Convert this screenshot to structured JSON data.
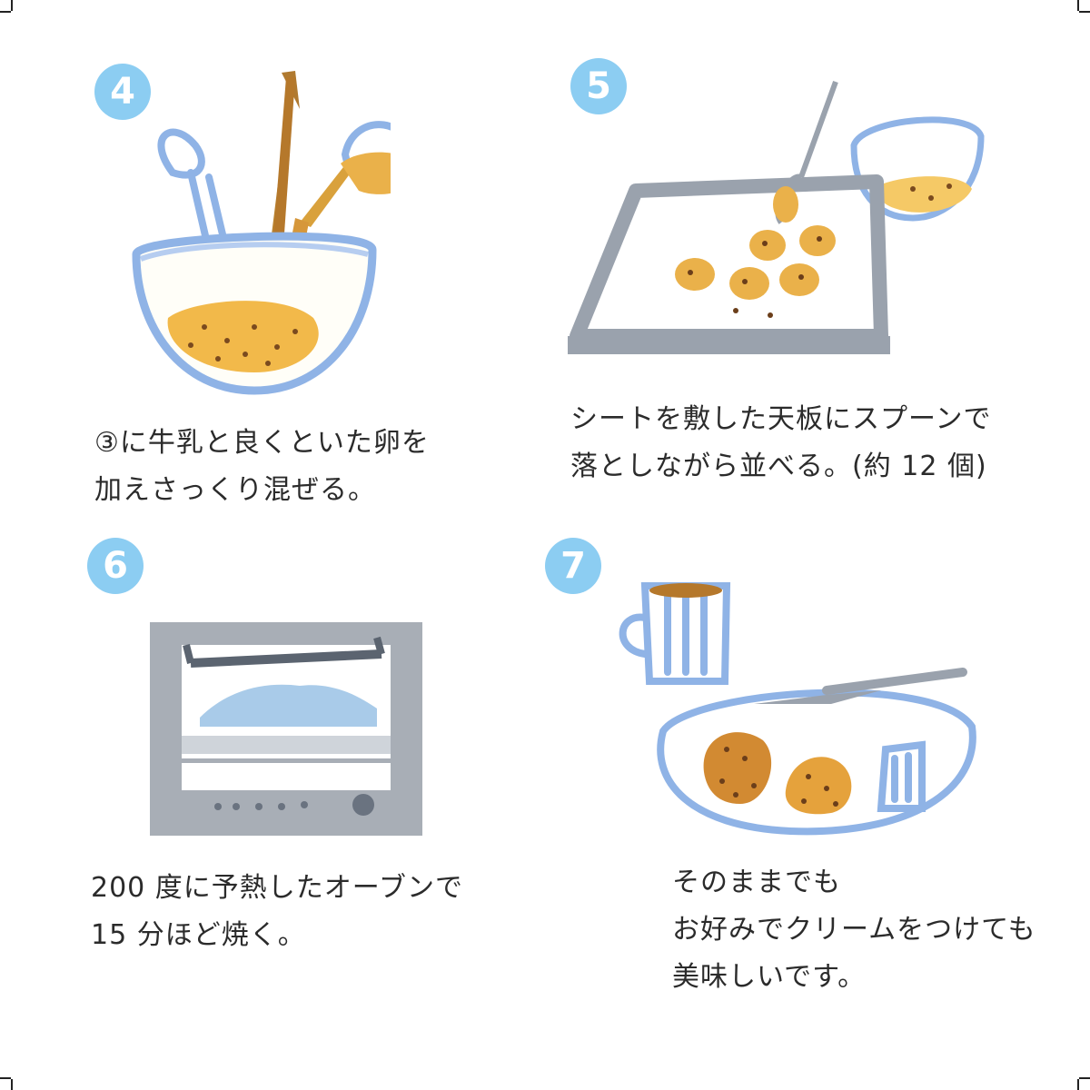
{
  "steps": [
    {
      "number": "4",
      "caption": [
        "③に牛乳と良くといた卵を",
        "加えさっくり混ぜる。"
      ],
      "illustration": "mixing-bowl-with-spatula"
    },
    {
      "number": "5",
      "caption": [
        "シートを敷した天板にスプーンで",
        "落としながら並べる。(約 12 個)"
      ],
      "illustration": "baking-tray-with-dough-drops"
    },
    {
      "number": "6",
      "caption": [
        "200 度に予熱したオーブンで",
        "15 分ほど焼く。"
      ],
      "illustration": "toaster-oven"
    },
    {
      "number": "7",
      "caption": [
        "そのままでも",
        "お好みでクリームをつけても",
        "美味しいです。"
      ],
      "illustration": "scones-plate-with-cup-and-cream"
    }
  ],
  "colors": {
    "badge": "#8ccdf2",
    "outline_blue": "#8fb3e6",
    "dough": "#f2b94a",
    "oven_gray": "#9aa2ad"
  }
}
